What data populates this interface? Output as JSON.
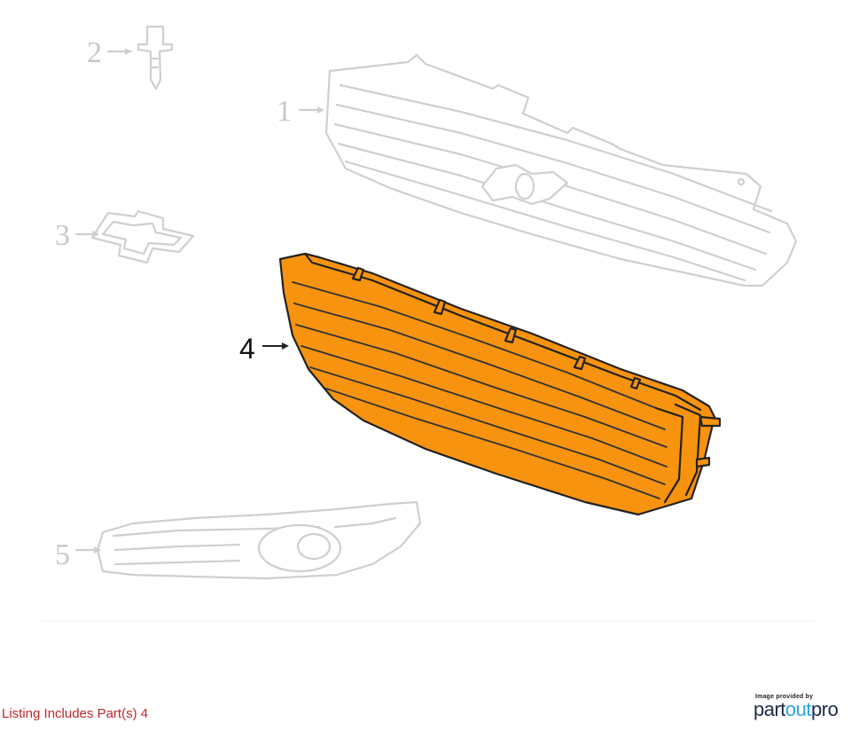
{
  "diagram": {
    "callouts": [
      {
        "id": "1",
        "label": "1",
        "highlighted": false
      },
      {
        "id": "2",
        "label": "2",
        "highlighted": false
      },
      {
        "id": "3",
        "label": "3",
        "highlighted": false
      },
      {
        "id": "4",
        "label": "4",
        "highlighted": true
      },
      {
        "id": "5",
        "label": "5",
        "highlighted": false
      }
    ],
    "highlight_color": "#f7930f",
    "ghost_color": "#cfcfcf"
  },
  "footer": {
    "listing_text": "Listing Includes Part(s) 4",
    "listing_color": "#c0272d"
  },
  "logo": {
    "caption": "Image provided by",
    "name_part1": "part",
    "name_part2": "out",
    "name_part3": "pro"
  }
}
